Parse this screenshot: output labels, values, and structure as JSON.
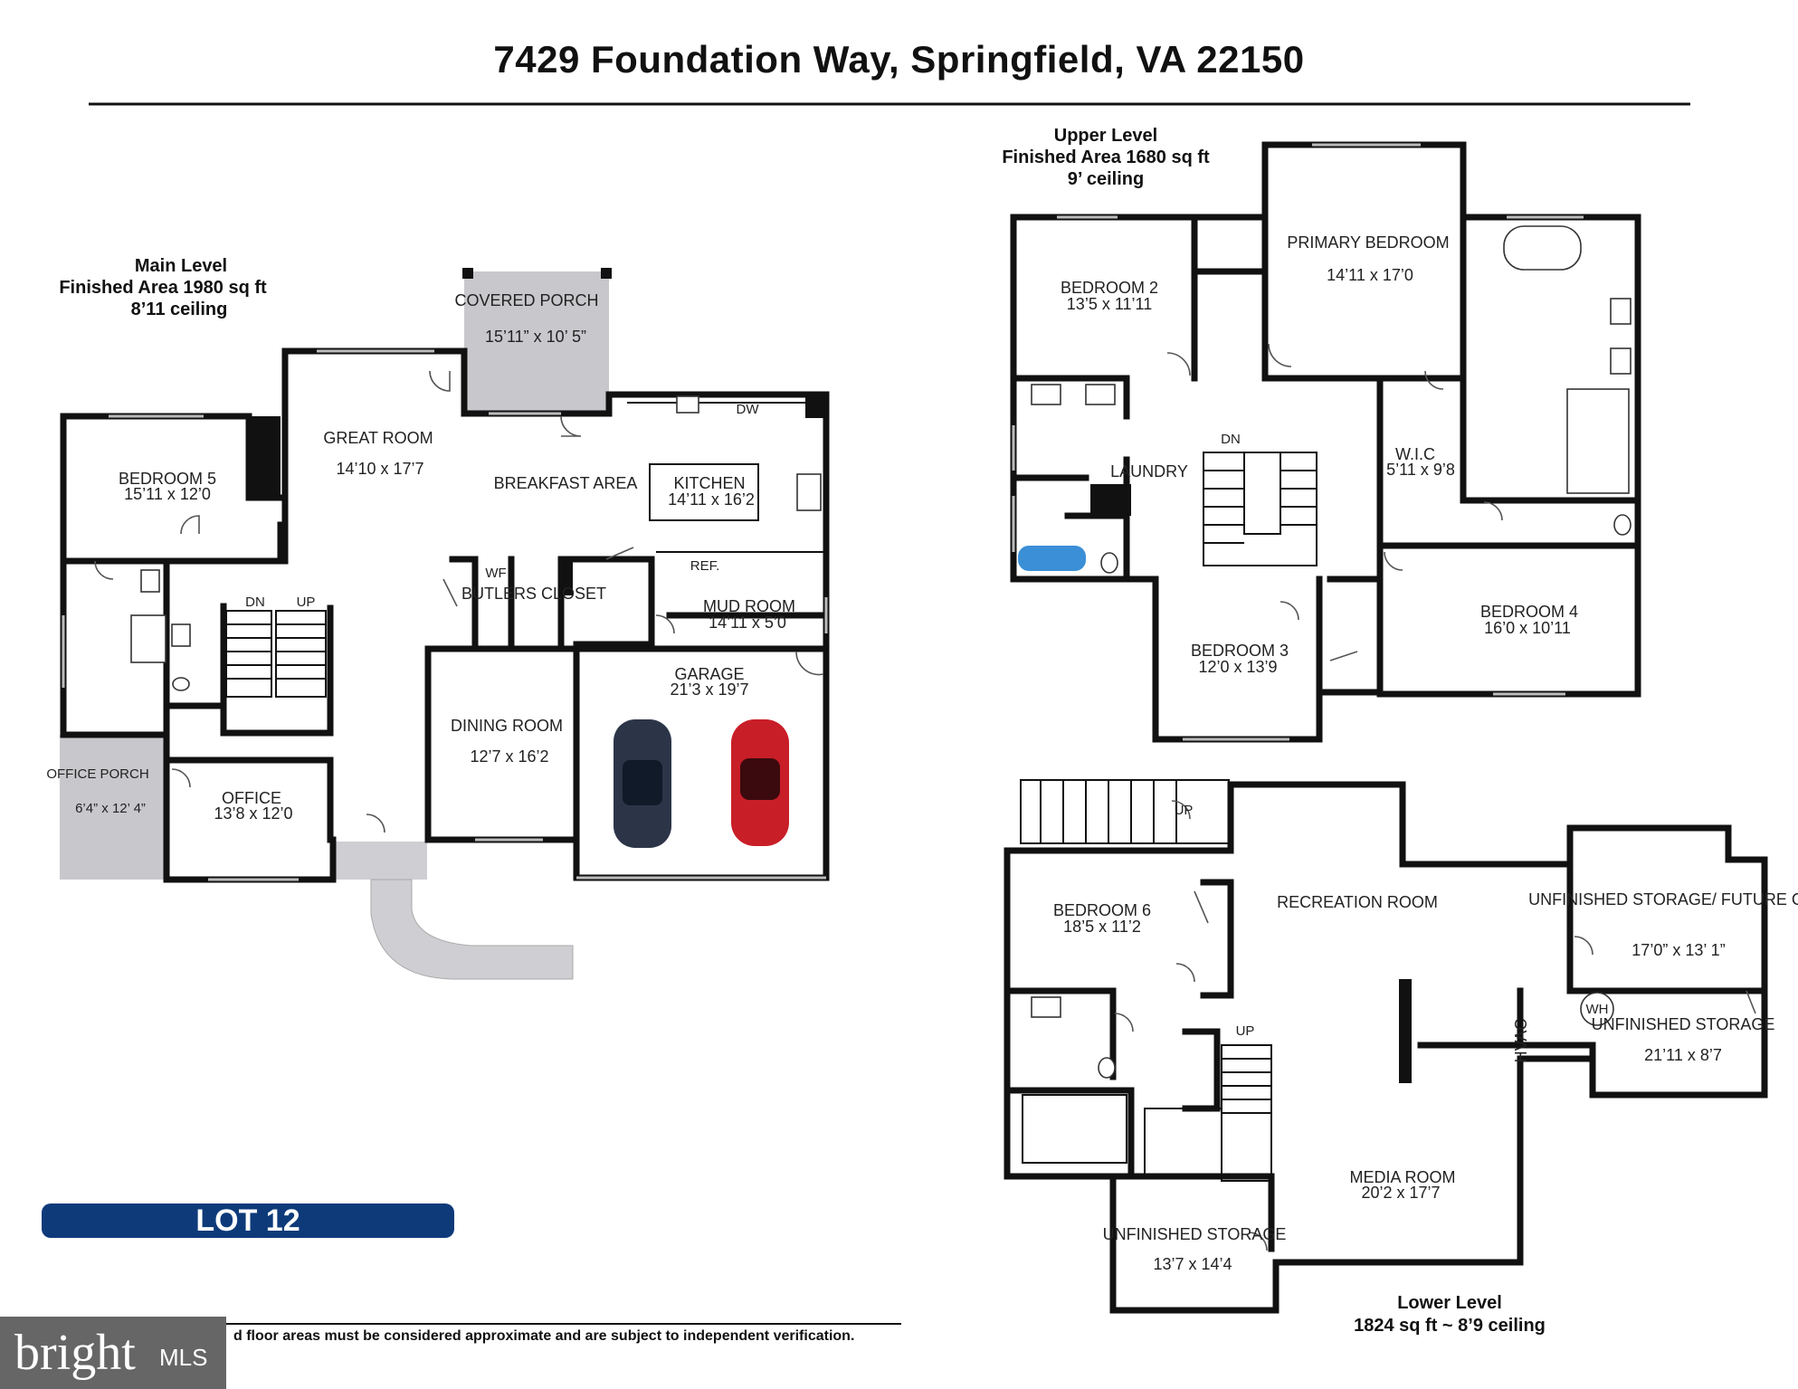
{
  "title": "7429 Foundation Way, Springfield, VA 22150",
  "lot_label": "LOT 12",
  "disclaimer": "d floor areas must be considered approximate and are subject to independent verification.",
  "logo": {
    "word": "bright",
    "suffix": "MLS"
  },
  "levels": {
    "main": {
      "name": "Main Level",
      "area": "Finished Area 1980 sq ft",
      "ceiling": "8’11 ceiling"
    },
    "upper": {
      "name": "Upper Level",
      "area": "Finished Area 1680 sq ft",
      "ceiling": "9’ ceiling"
    },
    "lower": {
      "name": "Lower Level",
      "info": "1824 sq ft ~ 8’9 ceiling"
    }
  },
  "rooms": {
    "covered_porch": {
      "name": "COVERED PORCH",
      "dim": "15’11” x 10’ 5”"
    },
    "great_room": {
      "name": "GREAT ROOM",
      "dim": "14’10 x 17’7"
    },
    "bedroom5": {
      "name": "BEDROOM 5",
      "dim": "15’11 x 12’0"
    },
    "breakfast": {
      "name": "BREAKFAST AREA"
    },
    "kitchen": {
      "name": "KITCHEN",
      "dim": "14’11 x 16’2"
    },
    "mud_room": {
      "name": "MUD ROOM",
      "dim": "14’11 x 5’0"
    },
    "garage": {
      "name": "GARAGE",
      "dim": "21’3 x 19’7"
    },
    "dining": {
      "name": "DINING ROOM",
      "dim": "12’7 x 16’2"
    },
    "office": {
      "name": "OFFICE",
      "dim": "13’8 x 12’0"
    },
    "office_porch": {
      "name": "OFFICE PORCH",
      "dim": "6’4” x 12’ 4”"
    },
    "bedroom2": {
      "name": "BEDROOM 2",
      "dim": "13’5 x 11’11"
    },
    "primary": {
      "name": "PRIMARY BEDROOM",
      "dim": "14’11 x 17’0"
    },
    "wic": {
      "name": "W.I.C",
      "dim": "5’11 x 9’8"
    },
    "laundry": {
      "name": "LAUNDRY"
    },
    "bedroom3": {
      "name": "BEDROOM 3",
      "dim": "12’0 x 13’9"
    },
    "bedroom4": {
      "name": "BEDROOM 4",
      "dim": "16’0 x 10’11"
    },
    "bedroom6": {
      "name": "BEDROOM 6",
      "dim": "18’5 x 11’2"
    },
    "recreation": {
      "name": "RECREATION ROOM"
    },
    "gym": {
      "name": "UNFINISHED STORAGE/ FUTURE GYM",
      "dim": "17’0” x 13’ 1”"
    },
    "storage_right": {
      "name": "UNFINISHED STORAGE",
      "dim": "21’11 x 8’7"
    },
    "media": {
      "name": "MEDIA ROOM",
      "dim": "20’2 x 17’7"
    },
    "storage_lower": {
      "name": "UNFINISHED STORAGE",
      "dim": "13’7 x 14’4"
    }
  },
  "fixtures": {
    "dw": "DW",
    "wf": "WF",
    "butlers": "BUTLERS CLOSET",
    "ref": "REF.",
    "dn": "DN",
    "up": "UP",
    "hvac": "HVAC",
    "wh": "WH"
  },
  "colors": {
    "porch_fill": "#c8c8cc",
    "walkway": "#cfcfd3",
    "car1": "#2c3548",
    "car2": "#c81e28",
    "lot_bg": "#0e3a7a",
    "logo_bg": "#666666",
    "tub": "#3b8fd6"
  }
}
